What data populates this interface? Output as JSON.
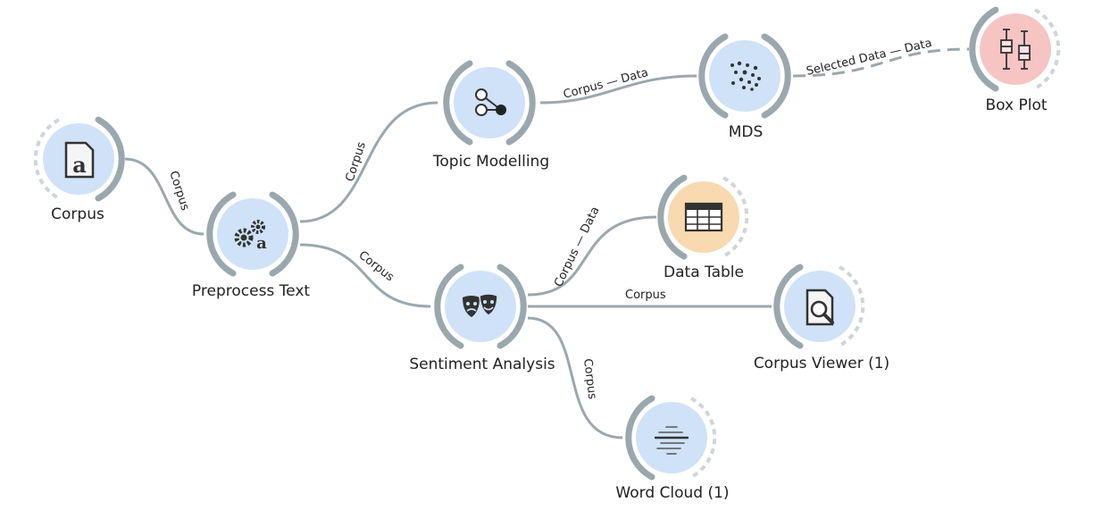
{
  "nodes": {
    "corpus": {
      "label": "Corpus",
      "color": "#cfe2f7"
    },
    "preprocess": {
      "label": "Preprocess Text",
      "color": "#cfe2f7"
    },
    "topic": {
      "label": "Topic Modelling",
      "color": "#cfe2f7"
    },
    "mds": {
      "label": "MDS",
      "color": "#cfe2f7"
    },
    "boxplot": {
      "label": "Box Plot",
      "color": "#f6c5c3"
    },
    "sentiment": {
      "label": "Sentiment Analysis",
      "color": "#cfe2f7"
    },
    "datatable": {
      "label": "Data Table",
      "color": "#f8d9b0"
    },
    "viewer": {
      "label": "Corpus Viewer (1)",
      "color": "#cfe2f7"
    },
    "wordcloud": {
      "label": "Word Cloud (1)",
      "color": "#cfe2f7"
    }
  },
  "edges": {
    "corpus_preprocess": "Corpus",
    "preprocess_topic": "Corpus",
    "preprocess_sentiment": "Corpus",
    "topic_mds": "Corpus — Data",
    "mds_boxplot": "Selected Data — Data",
    "sentiment_datatable": "Corpus — Data",
    "sentiment_viewer": "Corpus",
    "sentiment_wordcloud": "Corpus"
  },
  "icons": {
    "corpus": "document-a-icon",
    "preprocess": "gears-icon",
    "topic": "topic-graph-icon",
    "mds": "scatter-dots-icon",
    "boxplot": "boxplot-icon",
    "sentiment": "theater-masks-icon",
    "datatable": "table-grid-icon",
    "viewer": "magnifier-document-icon",
    "wordcloud": "word-cloud-icon"
  }
}
